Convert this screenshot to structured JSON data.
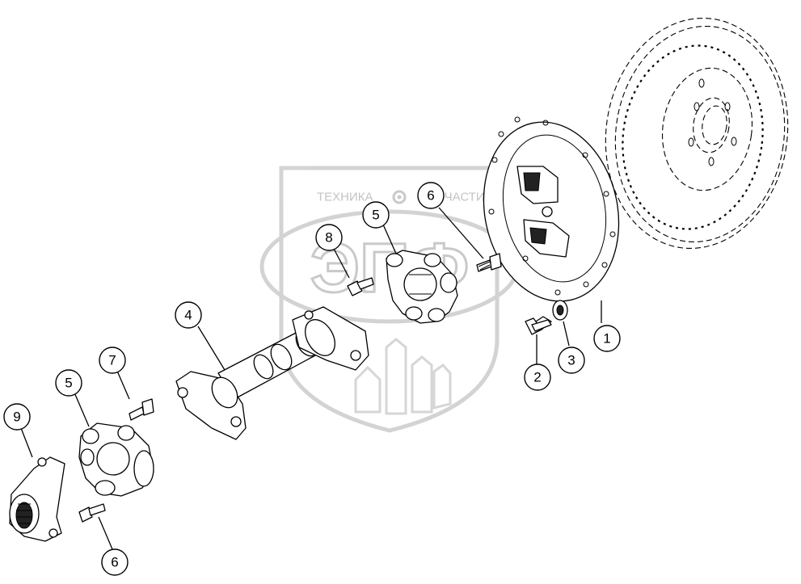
{
  "watermark": {
    "brand_text": "ЭПФ",
    "left_text": "ТЕХНИКА",
    "right_text": "ЗАПЧАСТИ",
    "color": "#c8c8c8"
  },
  "callouts": [
    {
      "id": "callout-1",
      "label": "1"
    },
    {
      "id": "callout-2",
      "label": "2"
    },
    {
      "id": "callout-3",
      "label": "3"
    },
    {
      "id": "callout-4",
      "label": "4"
    },
    {
      "id": "callout-5a",
      "label": "5"
    },
    {
      "id": "callout-5b",
      "label": "5"
    },
    {
      "id": "callout-6a",
      "label": "6"
    },
    {
      "id": "callout-6b",
      "label": "6"
    },
    {
      "id": "callout-7",
      "label": "7"
    },
    {
      "id": "callout-8",
      "label": "8"
    },
    {
      "id": "callout-9",
      "label": "9"
    }
  ],
  "colors": {
    "line": "#000000",
    "background": "#ffffff"
  }
}
